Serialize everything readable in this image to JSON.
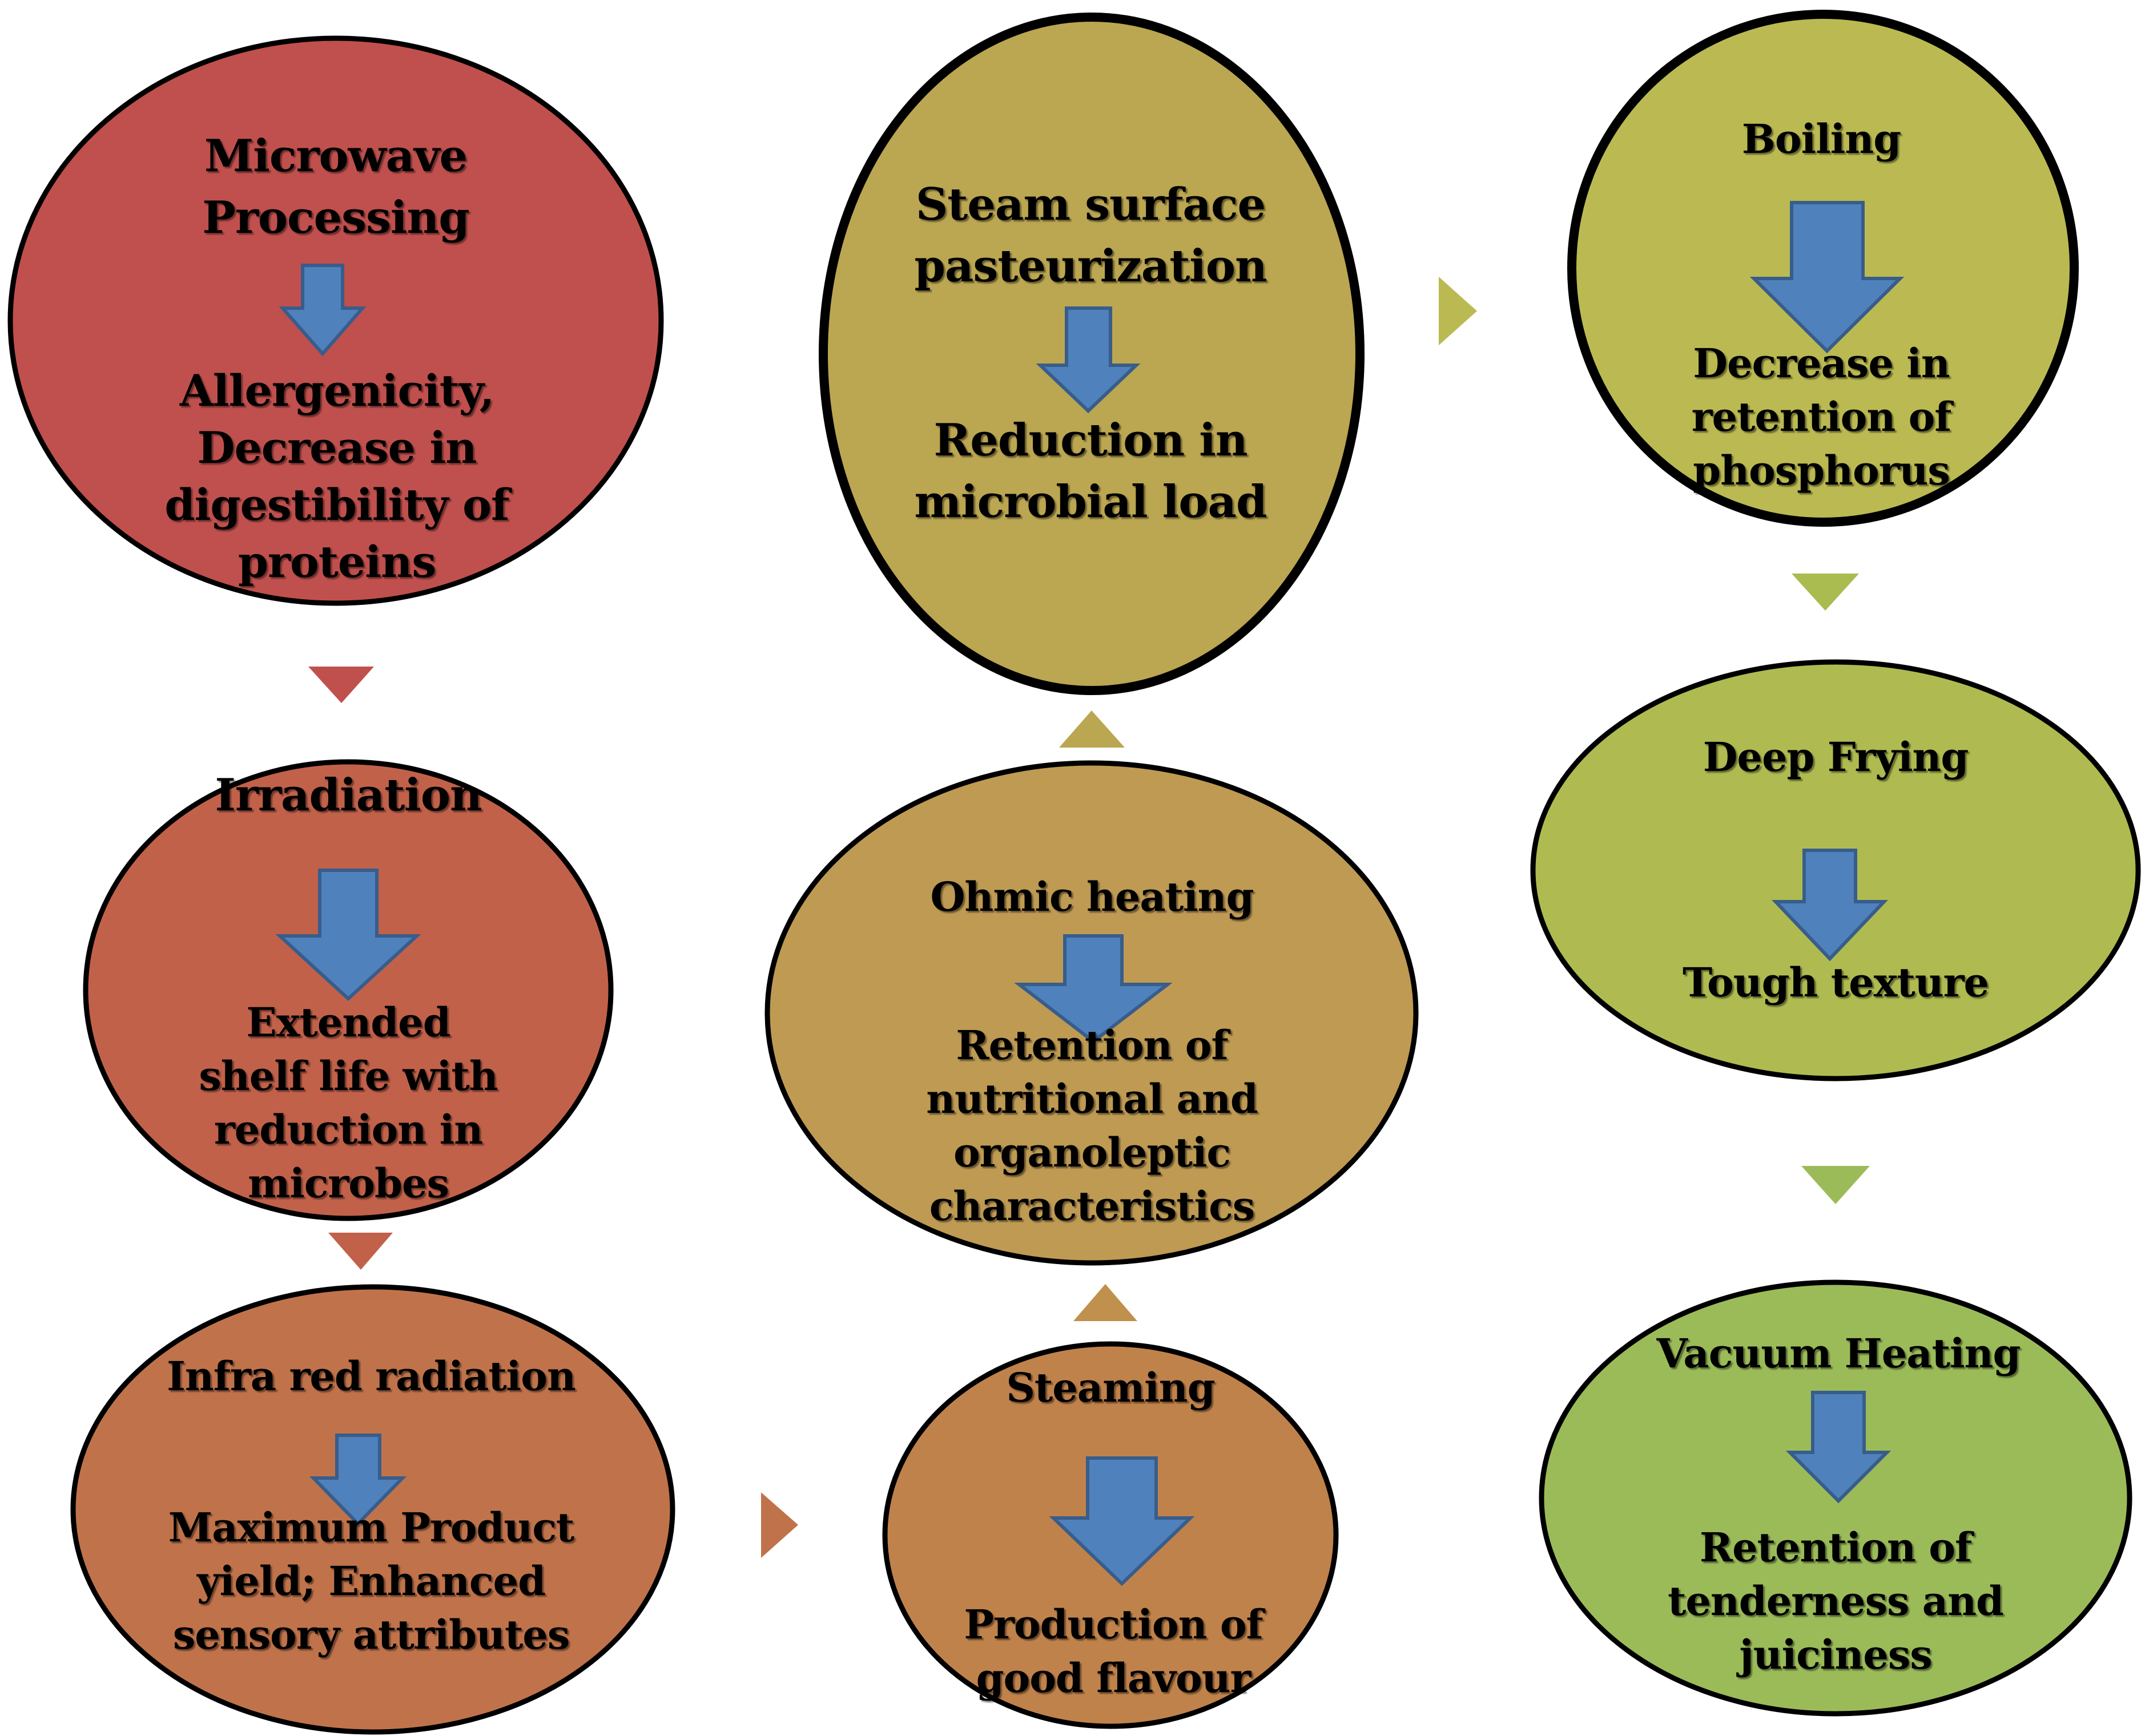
{
  "colors": {
    "arrow_fill": "#4f81bd",
    "arrow_stroke": "#385d8a",
    "outline": "#000000"
  },
  "nodes": [
    {
      "id": "microwave",
      "title": "Microwave Processing",
      "effect": "Allergenicity, Decrease in digestibility of proteins",
      "fill": "#c0504d"
    },
    {
      "id": "irradiation",
      "title": "Irradiation",
      "effect": "Extended shelf life with reduction in microbes",
      "fill": "#c2614a"
    },
    {
      "id": "infrared",
      "title": "Infra red radiation",
      "effect": "Maximum Product yield; Enhanced sensory attributes",
      "fill": "#c0734b"
    },
    {
      "id": "steaming",
      "title": "Steaming",
      "effect": "Production of good flavour",
      "fill": "#c0824b"
    },
    {
      "id": "ohmic",
      "title": "Ohmic heating",
      "effect": "Retention of nutritional and organoleptic characteristics",
      "fill": "#be9a53"
    },
    {
      "id": "steam-pasteurization",
      "title": "Steam surface pasteurization",
      "effect": "Reduction in microbial load",
      "fill": "#bba651"
    },
    {
      "id": "boiling",
      "title": "Boiling",
      "effect": "Decrease in retention of phosphorus",
      "fill": "#bbba52"
    },
    {
      "id": "deep-frying",
      "title": "Deep Frying",
      "effect": "Tough texture",
      "fill": "#afbb50"
    },
    {
      "id": "vacuum-heating",
      "title": "Vacuum Heating",
      "effect": "Retention of tenderness and juiciness",
      "fill": "#9bbb59"
    }
  ],
  "connectors": [
    {
      "from": "microwave",
      "to": "irradiation",
      "direction": "down",
      "fill": "#c0504d"
    },
    {
      "from": "irradiation",
      "to": "infrared",
      "direction": "down",
      "fill": "#c2614a"
    },
    {
      "from": "infrared",
      "to": "steaming",
      "direction": "right",
      "fill": "#c0734b"
    },
    {
      "from": "steaming",
      "to": "ohmic",
      "direction": "up",
      "fill": "#c0904d"
    },
    {
      "from": "ohmic",
      "to": "steam-pasteurization",
      "direction": "up",
      "fill": "#bba651"
    },
    {
      "from": "steam-pasteurization",
      "to": "boiling",
      "direction": "right",
      "fill": "#bbba52"
    },
    {
      "from": "boiling",
      "to": "deep-frying",
      "direction": "down",
      "fill": "#aabb50"
    },
    {
      "from": "deep-frying",
      "to": "vacuum-heating",
      "direction": "down",
      "fill": "#9bbb59"
    }
  ]
}
